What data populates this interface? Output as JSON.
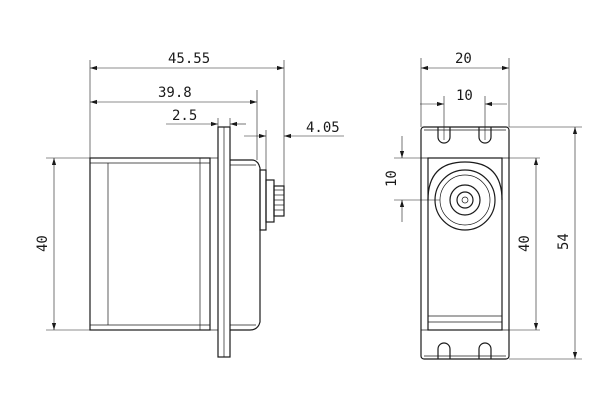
{
  "dimensions": {
    "overall_length": "45.55",
    "body_length": "39.8",
    "flange_thickness": "2.5",
    "spline_length": "4.05",
    "side_height": "40",
    "width": "20",
    "hole_spacing": "10",
    "shaft_offset": "10",
    "front_height": "40",
    "overall_height": "54"
  }
}
